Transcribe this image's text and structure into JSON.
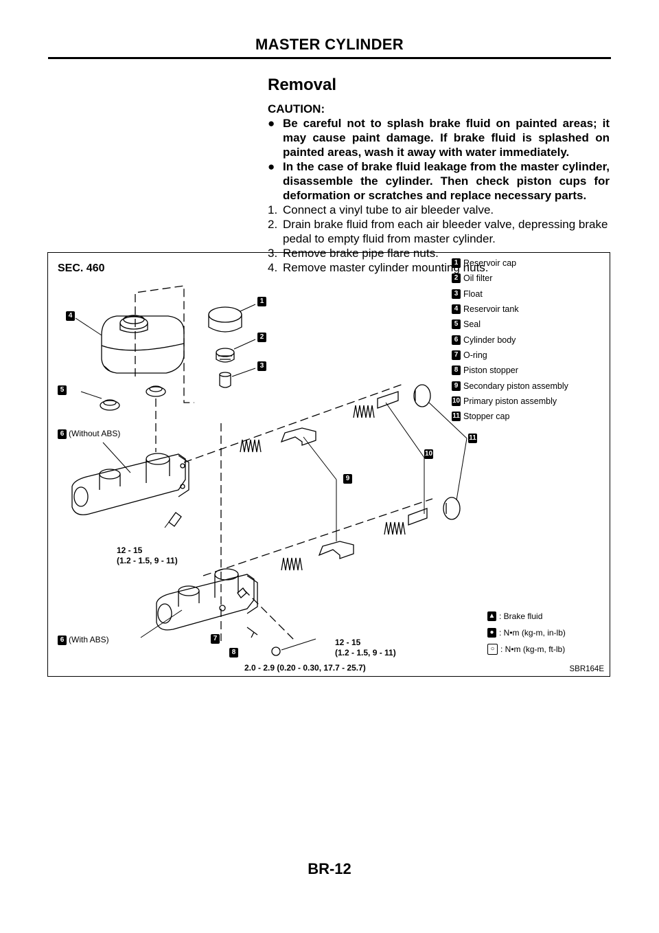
{
  "header": {
    "title": "MASTER CYLINDER"
  },
  "section": {
    "heading": "Removal",
    "caution_label": "CAUTION:",
    "bullet_glyph": "●",
    "cautions": [
      "Be careful not to splash brake fluid on painted areas; it may cause paint damage. If brake fluid is splashed on painted areas, wash it away with water immediately.",
      "In the case of brake fluid leakage from the master cylinder, disassemble the cylinder. Then check piston cups for deformation or scratches and replace necessary parts."
    ],
    "steps": [
      {
        "num": "1.",
        "text": "Connect a vinyl tube to air bleeder valve."
      },
      {
        "num": "2.",
        "text": "Drain brake fluid from each air bleeder valve, depressing brake pedal to empty fluid from master cylinder."
      },
      {
        "num": "3.",
        "text": "Remove brake pipe flare nuts."
      },
      {
        "num": "4.",
        "text": "Remove master cylinder mounting nuts."
      }
    ]
  },
  "figure": {
    "section_label": "SEC. 460",
    "legend": [
      {
        "num": "1",
        "label": "Reservoir cap"
      },
      {
        "num": "2",
        "label": "Oil filter"
      },
      {
        "num": "3",
        "label": "Float"
      },
      {
        "num": "4",
        "label": "Reservoir tank"
      },
      {
        "num": "5",
        "label": "Seal"
      },
      {
        "num": "6",
        "label": "Cylinder body"
      },
      {
        "num": "7",
        "label": "O-ring"
      },
      {
        "num": "8",
        "label": "Piston stopper"
      },
      {
        "num": "9",
        "label": "Secondary piston assembly"
      },
      {
        "num": "10",
        "label": "Primary piston assembly"
      },
      {
        "num": "11",
        "label": "Stopper cap"
      }
    ],
    "callouts": {
      "c1": "1",
      "c2": "2",
      "c3": "3",
      "c4": "4",
      "c5": "5",
      "c6a": "6",
      "c6b": "6",
      "c7": "7",
      "c8": "8",
      "c9": "9",
      "c10": "10",
      "c11": "11"
    },
    "without_abs": "(Without ABS)",
    "with_abs": "(With ABS)",
    "torque_upper_1": "12 - 15",
    "torque_upper_2": "(1.2 - 1.5, 9 - 11)",
    "torque_lower_1": "12 - 15",
    "torque_lower_2": "(1.2 - 1.5, 9 - 11)",
    "torque_bottom": "2.0 - 2.9 (0.20 - 0.30, 17.7 - 25.7)",
    "symbols": [
      {
        "icon": "brake-fluid-icon",
        "label": ": Brake fluid"
      },
      {
        "icon": "torque-in-lb-icon",
        "label": ": N•m (kg-m, in-lb)"
      },
      {
        "icon": "torque-ft-lb-icon",
        "label": ": N•m (kg-m, ft-lb)"
      }
    ],
    "code": "SBR164E"
  },
  "footer": {
    "page": "BR-12"
  }
}
